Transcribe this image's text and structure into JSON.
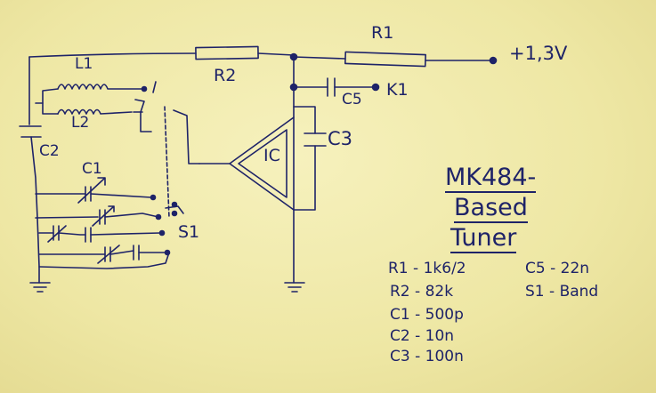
{
  "components": {
    "r1": "R1",
    "r2": "R2",
    "supply": "+1,3V",
    "c5": "C5",
    "k1": "K1",
    "l1": "L1",
    "l2": "L2",
    "c2": "C2",
    "c1": "C1",
    "ic": "IC",
    "c3": "C3",
    "s1": "S1"
  },
  "title": {
    "line1": "MK484-",
    "line2": "Based",
    "line3": "Tuner"
  },
  "parts_list": {
    "left": [
      {
        "name": "R1",
        "value": "1k6/2"
      },
      {
        "name": "R2",
        "value": "82k"
      },
      {
        "name": "C1",
        "value": "500p"
      },
      {
        "name": "C2",
        "value": "10n"
      },
      {
        "name": "C3",
        "value": "100n"
      }
    ],
    "right": [
      {
        "name": "C5",
        "value": "22n"
      },
      {
        "name": "S1",
        "value": "Band"
      }
    ]
  },
  "colors": {
    "ink": "#1e2368",
    "paper": "#f1ebab"
  }
}
